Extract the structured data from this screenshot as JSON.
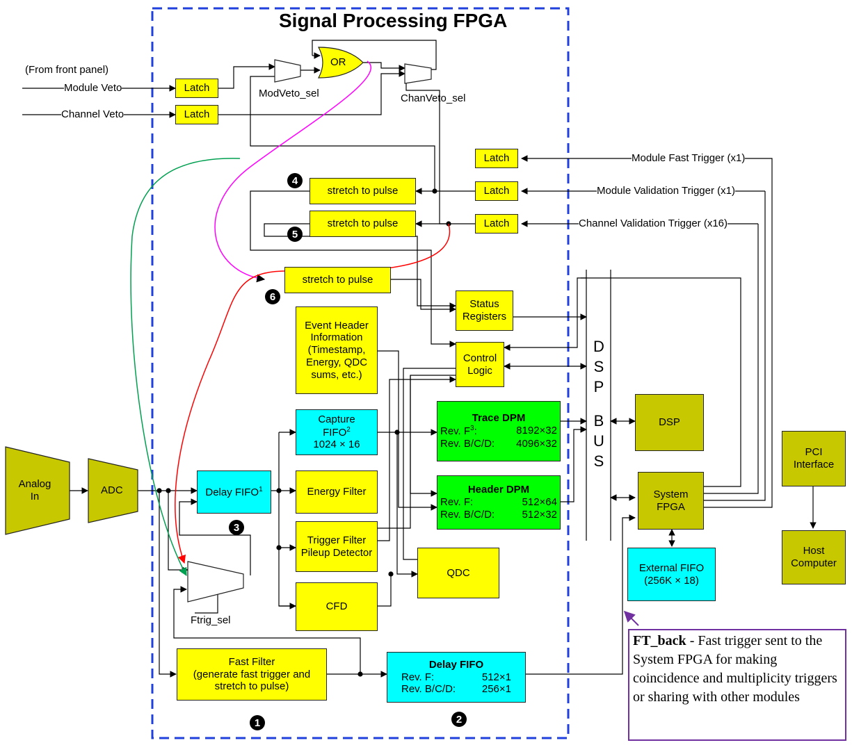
{
  "title": "Signal Processing FPGA",
  "inputs": {
    "front_panel": "(From front panel)",
    "module_veto": "Module Veto",
    "channel_veto": "Channel Veto",
    "module_fast_trigger": "Module Fast Trigger (x1)",
    "module_validation_trigger": "Module Validation Trigger (x1)",
    "channel_validation_trigger": "Channel Validation Trigger (x16)"
  },
  "latch_label": "Latch",
  "or_label": "OR",
  "mux_labels": {
    "modveto": "ModVeto_sel",
    "chanveto": "ChanVeto_sel",
    "ftrig": "Ftrig_sel"
  },
  "stretch_label": "stretch to pulse",
  "markers": [
    "1",
    "2",
    "3",
    "4",
    "5",
    "6"
  ],
  "event_header": "Event Header Information (Timestamp, Energy, QDC sums, etc.)",
  "status_registers": "Status Registers",
  "control_logic": "Control Logic",
  "capture_fifo": {
    "line1": "Capture",
    "line2": "FIFO",
    "sup": "2",
    "line3": "1024 × 16"
  },
  "delay_fifo_1": {
    "text": "Delay FIFO",
    "sup": "1"
  },
  "energy_filter": "Energy Filter",
  "trigger_filter": "Trigger Filter Pileup Detector",
  "cfd": "CFD",
  "qdc": "QDC",
  "trace_dpm": {
    "title": "Trace DPM",
    "rev1_label": "Rev. F",
    "rev1_sup": "3",
    "rev1_suffix": ":",
    "rev1_value": "8192×32",
    "rev2_label": "Rev. B/C/D:",
    "rev2_value": "4096×32"
  },
  "header_dpm": {
    "title": "Header DPM",
    "rev1_label": "Rev. F:",
    "rev1_value": "512×64",
    "rev2_label": "Rev. B/C/D:",
    "rev2_value": "512×32"
  },
  "dsp_bus": [
    "D",
    "S",
    "P",
    "B",
    "U",
    "S"
  ],
  "dsp": "DSP",
  "system_fpga": "System FPGA",
  "pci_interface": "PCI Interface",
  "host_computer": "Host Computer",
  "external_fifo": {
    "line1": "External FIFO",
    "line2": "(256K × 18)"
  },
  "analog_in": "Analog In",
  "adc": "ADC",
  "fast_filter": {
    "line1": "Fast Filter",
    "line2": "(generate fast trigger and stretch to pulse)"
  },
  "delay_fifo_2": {
    "title": "Delay FIFO",
    "rev1_label": "Rev. F:",
    "rev1_value": "512×1",
    "rev2_label": "Rev. B/C/D:",
    "rev2_value": "256×1"
  },
  "ft_back": {
    "bold": "FT_back",
    "text": " - Fast trigger sent to the System FPGA for making coincidence and multiplicity triggers or sharing with other modules"
  },
  "colors": {
    "fpga_boundary": "#1f3fdf",
    "yellow": "#ffff00",
    "cyan": "#00ffff",
    "green": "#00ff00",
    "olive": "#c8c800",
    "magenta": "#ff00ff",
    "red": "#ff0000",
    "teal": "#00a050",
    "purple": "#7030a0"
  }
}
